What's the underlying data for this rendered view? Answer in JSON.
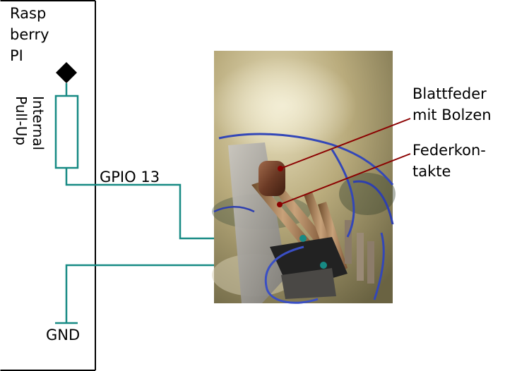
{
  "device": {
    "name_lines": [
      "Rasp",
      "berry",
      "PI"
    ]
  },
  "resistor": {
    "label_lines": [
      "Internal",
      "Pull-Up"
    ]
  },
  "signals": {
    "gpio": "GPIO 13",
    "ground": "GND"
  },
  "annotations": {
    "leaf_spring": [
      "Blattfeder",
      "mit Bolzen"
    ],
    "spring_contacts": [
      "Federkon-",
      "takte"
    ]
  },
  "colors": {
    "wire": "#178a84",
    "leader": "#8b0000",
    "outline": "#000000"
  }
}
